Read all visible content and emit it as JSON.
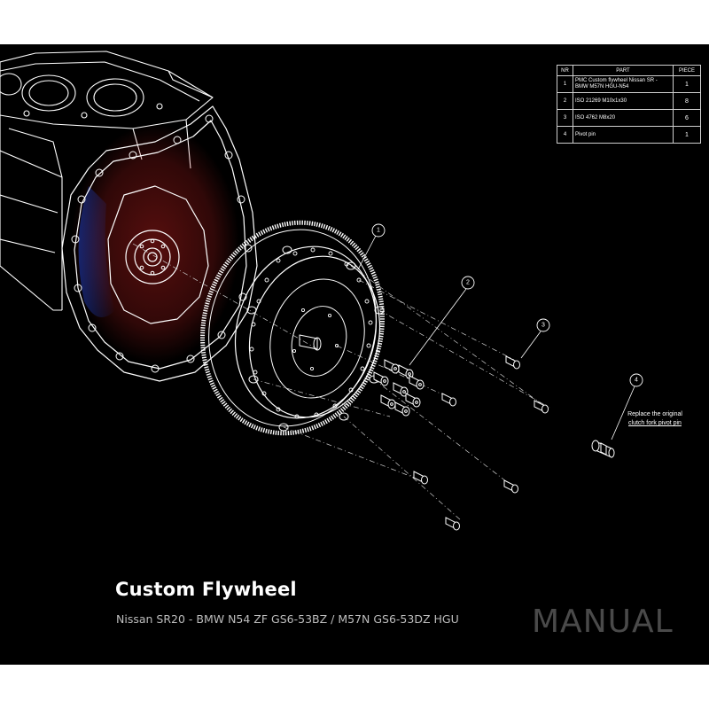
{
  "table": {
    "headers": {
      "nr": "NR",
      "part": "PART",
      "piece": "PIECE"
    },
    "rows": [
      {
        "nr": "1",
        "part": "PMC Custom flywheel Nissan SR - BMW M57N HGU-N54",
        "piece": "1"
      },
      {
        "nr": "2",
        "part": "ISO 21269 M10x1x30",
        "piece": "8"
      },
      {
        "nr": "3",
        "part": "ISO 4762 M8x20",
        "piece": "6"
      },
      {
        "nr": "4",
        "part": "Pivot pin",
        "piece": "1"
      }
    ]
  },
  "callouts": [
    "1",
    "2",
    "3",
    "4"
  ],
  "note": {
    "line1": "Replace the original",
    "line2": "clutch fork pivot pin"
  },
  "title": "Custom Flywheel",
  "subtitle": "Nissan SR20 - BMW N54 ZF GS6-53BZ / M57N GS6-53DZ HGU",
  "watermark": "MANUAL",
  "colors": {
    "background": "#000000",
    "linework": "#ffffff",
    "accent_red": "#c0201f",
    "accent_blue": "#1f3fbf",
    "watermark": "#4a4a4a"
  }
}
